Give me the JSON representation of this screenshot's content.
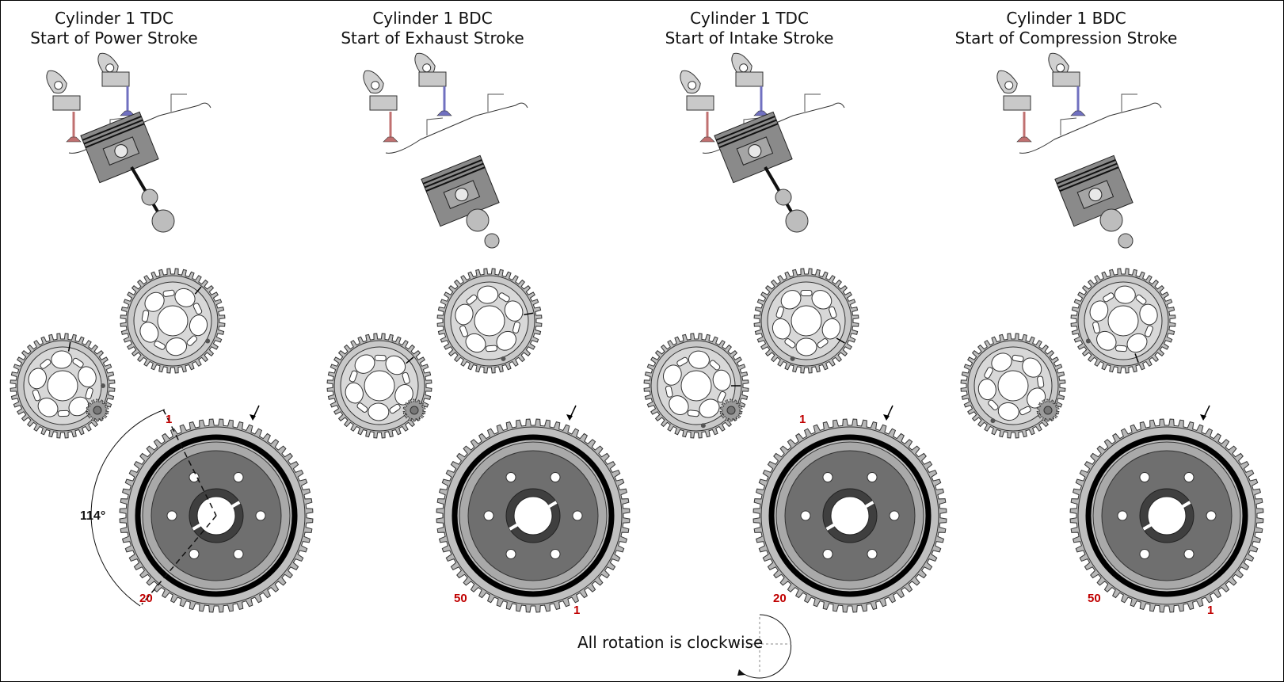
{
  "panels": [
    {
      "title_line1": "Cylinder 1 TDC",
      "title_line2": "Start of Power Stroke",
      "marks": [
        "1",
        "20"
      ]
    },
    {
      "title_line1": "Cylinder 1 BDC",
      "title_line2": "Start of Exhaust Stroke",
      "marks": [
        "50",
        "1"
      ]
    },
    {
      "title_line1": "Cylinder 1 TDC",
      "title_line2": "Start of Intake Stroke",
      "marks": [
        "1",
        "20"
      ]
    },
    {
      "title_line1": "Cylinder 1 BDC",
      "title_line2": "Start of Compression Stroke",
      "marks": [
        "50",
        "1"
      ]
    }
  ],
  "angle_label": "114°",
  "rotation_caption": "All rotation is clockwise",
  "colors": {
    "flywheel_outer": "#b7b7b7",
    "flywheel_inner": "#6f6f6f",
    "marker_red": "#c00000",
    "intake_valve": "#7070c0",
    "exhaust_valve": "#c07070"
  }
}
